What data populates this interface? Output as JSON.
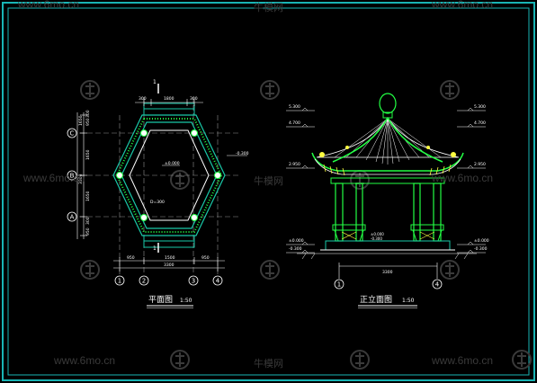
{
  "colors": {
    "frame": "#19b4b4",
    "structure": "#19c8a8",
    "white": "#ffffff",
    "green": "#22ff44",
    "yellow": "#ffff40",
    "red": "#ff3333",
    "grey": "#909090",
    "watermark": "#3a3a3a"
  },
  "watermarks": {
    "site": "www.6mo.cn",
    "brand": "牛模网"
  },
  "plan": {
    "title": "平面图",
    "scale": "1:50",
    "row_labels": [
      "C",
      "B",
      "A"
    ],
    "col_labels": [
      "1",
      "2",
      "3",
      "4"
    ],
    "section_mark": "1",
    "top_dims": [
      "300",
      "1800",
      "300"
    ],
    "bottom_dims": [
      "950",
      "1500",
      "950"
    ],
    "bottom_total": "3300",
    "left_dims": [
      "950",
      "300",
      "1650",
      "1650",
      "300",
      "950"
    ],
    "left_totals": [
      "3300",
      "1650"
    ],
    "level_inner": "±0.000",
    "level_outer": "-0.300",
    "dim_note": "D=300"
  },
  "elevation": {
    "title": "正立面图",
    "scale": "1:50",
    "col_labels": [
      "1",
      "4"
    ],
    "width_dim": "3300",
    "left_levels": [
      "5.300",
      "4.700",
      "2.950",
      "±0.000",
      "-0.300"
    ],
    "right_levels": [
      "5.300",
      "4.700",
      "2.950",
      "±0.000",
      "-0.300"
    ],
    "inner_levels": [
      "±0.000",
      "-0.300"
    ]
  }
}
